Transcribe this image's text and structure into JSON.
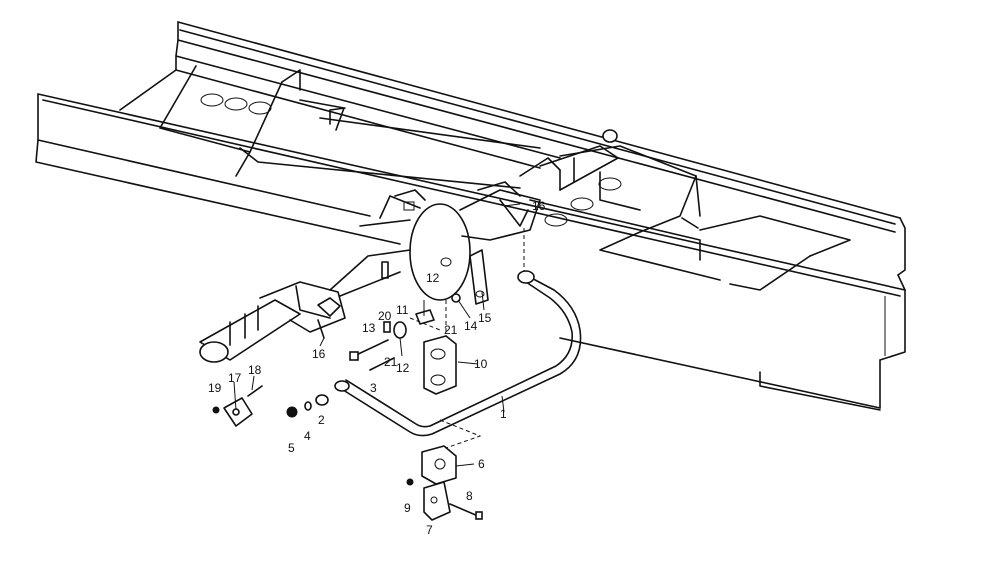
{
  "callouts": [
    {
      "id": "c1",
      "text": "1"
    },
    {
      "id": "c2",
      "text": "2"
    },
    {
      "id": "c3",
      "text": "3"
    },
    {
      "id": "c4",
      "text": "4"
    },
    {
      "id": "c5",
      "text": "5"
    },
    {
      "id": "c6",
      "text": "6"
    },
    {
      "id": "c7",
      "text": "7"
    },
    {
      "id": "c8",
      "text": "8"
    },
    {
      "id": "c9",
      "text": "9"
    },
    {
      "id": "c10",
      "text": "10"
    },
    {
      "id": "c11",
      "text": "11"
    },
    {
      "id": "c12a",
      "text": "12"
    },
    {
      "id": "c12b",
      "text": "12"
    },
    {
      "id": "c13",
      "text": "13"
    },
    {
      "id": "c14",
      "text": "14"
    },
    {
      "id": "c15",
      "text": "15"
    },
    {
      "id": "c16a",
      "text": "16"
    },
    {
      "id": "c16b",
      "text": "16"
    },
    {
      "id": "c17",
      "text": "17"
    },
    {
      "id": "c18",
      "text": "18"
    },
    {
      "id": "c19",
      "text": "19"
    },
    {
      "id": "c20",
      "text": "20"
    },
    {
      "id": "c21a",
      "text": "21"
    },
    {
      "id": "c21b",
      "text": "21"
    }
  ]
}
